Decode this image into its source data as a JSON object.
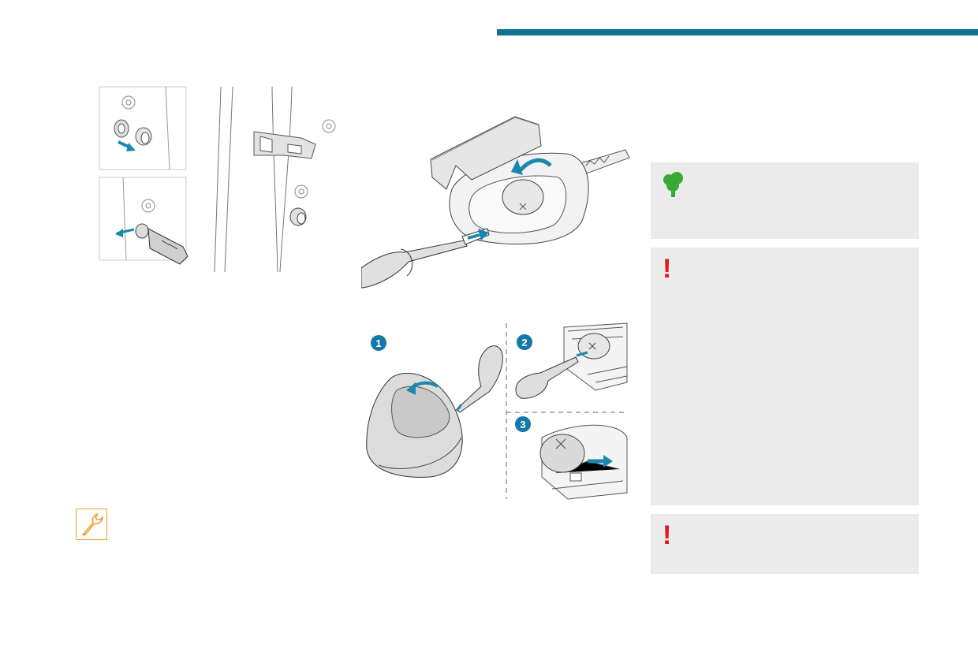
{
  "colors": {
    "accent_bar": "#0e7391",
    "step_badge": "#1479a8",
    "arrow": "#1c87ad",
    "eco_icon": "#3aa935",
    "warning": "#e3141c",
    "panel_bg": "#ebebeb",
    "wrench_icon": "#f0a030"
  },
  "icons": {
    "eco": "tree-icon",
    "warning": "exclamation-icon",
    "service": "wrench-icon"
  },
  "callouts": {
    "step1": "1",
    "step2": "2",
    "step3": "3"
  },
  "panels": {
    "eco_symbol": "",
    "warning_symbol": "!",
    "warning2_symbol": "!"
  }
}
